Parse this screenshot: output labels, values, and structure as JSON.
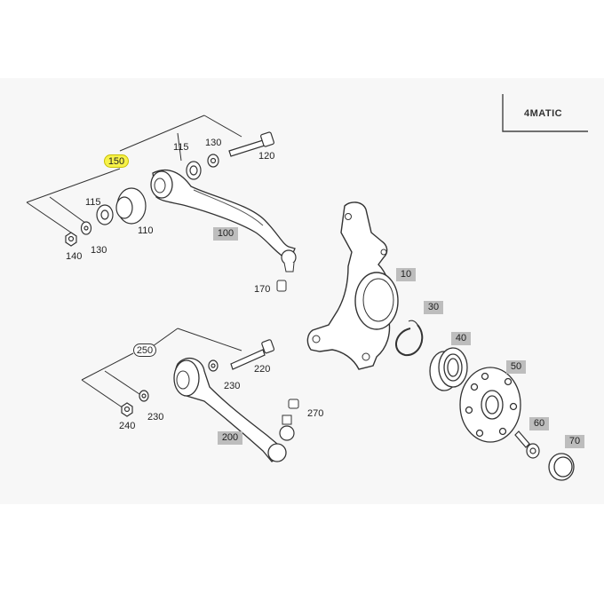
{
  "logo": {
    "text": "4MATIC"
  },
  "upper_arm": {
    "callout": "150",
    "labels": {
      "115a": "115",
      "130a": "130",
      "120": "120",
      "115b": "115",
      "110": "110",
      "130b": "130",
      "140": "140",
      "100": "100",
      "170": "170"
    }
  },
  "lower_arm": {
    "callout": "250",
    "labels": {
      "220": "220",
      "230a": "230",
      "240": "240",
      "230b": "230",
      "200": "200",
      "270": "270"
    }
  },
  "hub": {
    "labels": {
      "10": "10",
      "30": "30",
      "40": "40",
      "50": "50",
      "60": "60",
      "70": "70"
    }
  }
}
